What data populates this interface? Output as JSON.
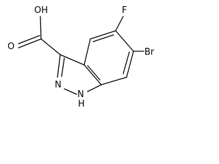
{
  "molecule": {
    "atoms": {
      "hydroxyl": "OH",
      "carbonyl_oxygen": "O",
      "fluorine": "F",
      "bromine": "Br",
      "ring_nitrogen": "N",
      "ring_nh_nitrogen": "N",
      "ring_nh_hydrogen": "H"
    }
  }
}
